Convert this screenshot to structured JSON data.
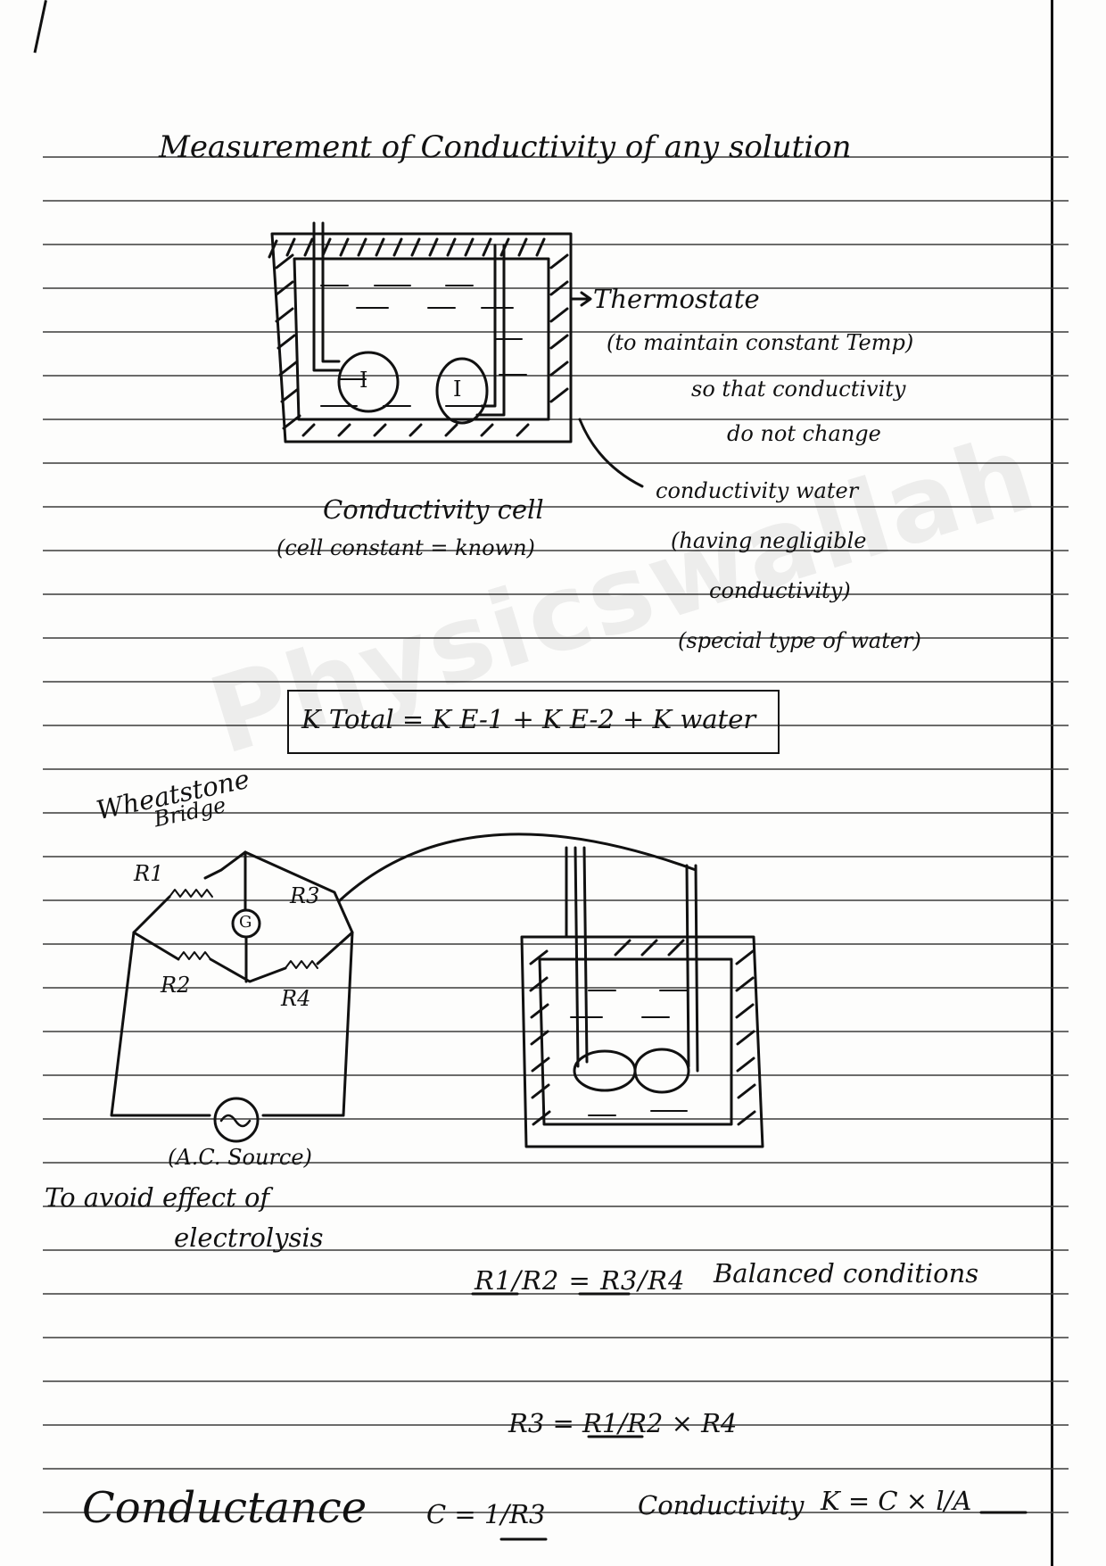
{
  "watermark": "Physicswallah",
  "title": "Measurement of Conductivity of any solution",
  "cell_diagram": {
    "electrode_left_mark": "I",
    "electrode_right_mark": "I",
    "caption": "Conductivity cell",
    "caption_sub": "(cell constant = known)",
    "thermostat_label": "Thermostate",
    "thermostat_note_1": "(to maintain constant Temp)",
    "thermostat_note_2": "so that conductivity",
    "thermostat_note_3": "do not change",
    "water_label": "conductivity water",
    "water_note_1": "(having negligible",
    "water_note_2": "conductivity)",
    "water_note_3": "(special type of water)"
  },
  "equation_total": "K Total = K E-1 + K E-2 + K water",
  "bridge": {
    "name_1": "Wheatstone",
    "name_2": "Bridge",
    "r1": "R1",
    "r2": "R2",
    "r3": "R3",
    "r4": "R4",
    "galvanometer": "G",
    "source": "(A.C. Source)",
    "source_note_1": "To avoid effect of",
    "source_note_2": "electrolysis"
  },
  "balance": {
    "equation": "R1/R2 = R3/R4",
    "label": "Balanced conditions",
    "result": "R3 = R1/R2 × R4"
  },
  "footer": {
    "conductance_label": "Conductance",
    "conductance_formula": "C = 1/R3",
    "conductivity_label": "Conductivity",
    "conductivity_formula": "K = C × l/A"
  }
}
